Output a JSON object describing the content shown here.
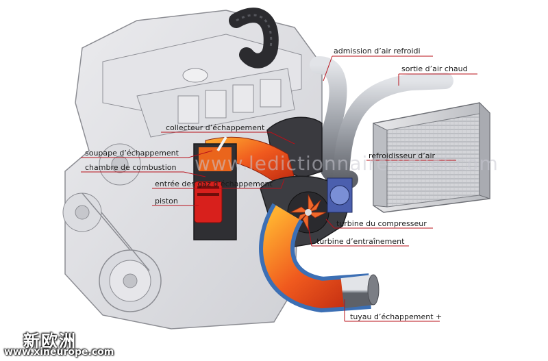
{
  "labels": {
    "admission": "admission d’air refroidi",
    "sortie": "sortie d’air chaud",
    "collecteur": "collecteur d’échappement",
    "soupape": "soupape d’échappement",
    "chambre": "chambre de combustion",
    "entree_gaz": "entrée des gaz d’échappement",
    "piston": "piston",
    "refroidisseur": "refroidisseur d’air",
    "turbine_compresseur": "turbine du compresseur",
    "turbine_entrainement": "turbine d’entraînement",
    "tuyau": "tuyau d’échappement +"
  },
  "watermark": "www.ledictionnairevisuel.com",
  "branding": {
    "cn_name": "新欧洲",
    "url": "www.xineurope.com"
  },
  "colors": {
    "leader": "#b8101a",
    "engine": "#d8d8dc",
    "exhaust": "#e8401c",
    "casing": "#2f2f33"
  }
}
